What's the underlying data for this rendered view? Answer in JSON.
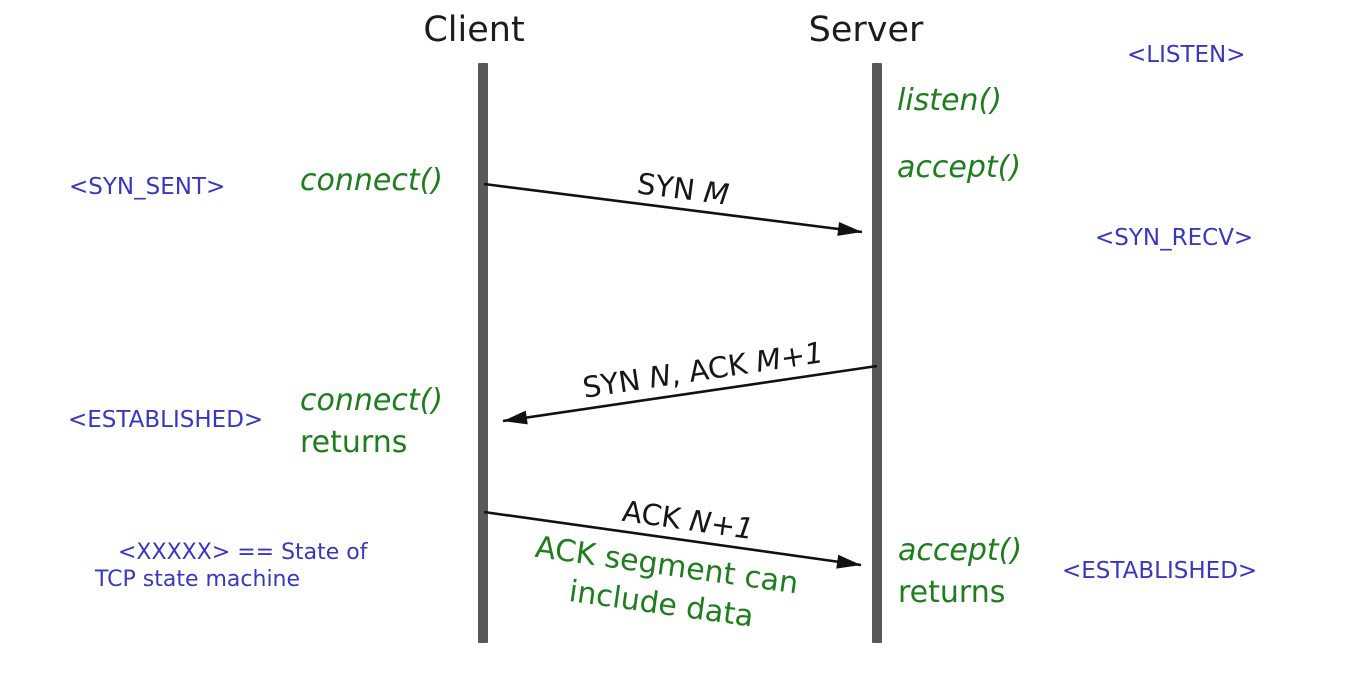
{
  "colors": {
    "state-blue": "#3737c4",
    "call-green": "#1e7e1e",
    "lifeline-gray": "#58585a",
    "arrow-black": "#111111"
  },
  "actors": {
    "client": "Client",
    "server": "Server"
  },
  "client_side": {
    "syn_sent_state": "<SYN_SENT>",
    "connect_call": "connect()",
    "established_state": "<ESTABLISHED>",
    "connect_returns_line1": "connect()",
    "connect_returns_line2": "returns"
  },
  "server_side": {
    "listen_state": "<LISTEN>",
    "listen_call": "listen()",
    "accept_call": "accept()",
    "syn_recv_state": "<SYN_RECV>",
    "accept_returns_line1": "accept()",
    "accept_returns_line2": "returns",
    "established_state": "<ESTABLISHED>"
  },
  "messages": [
    {
      "name": "syn",
      "parts": [
        {
          "t": "SYN "
        },
        {
          "t": "M",
          "i": true
        }
      ]
    },
    {
      "name": "syn-ack",
      "parts": [
        {
          "t": "SYN "
        },
        {
          "t": "N",
          "i": true
        },
        {
          "t": ", ACK "
        },
        {
          "t": "M+1",
          "i": true
        }
      ]
    },
    {
      "name": "ack",
      "parts": [
        {
          "t": "ACK "
        },
        {
          "t": "N+1",
          "i": true
        }
      ]
    }
  ],
  "annotation": {
    "line1": "ACK segment can",
    "line2": "include data"
  },
  "legend": {
    "line1": "<XXXXX> == State of",
    "line2": "TCP state machine"
  }
}
